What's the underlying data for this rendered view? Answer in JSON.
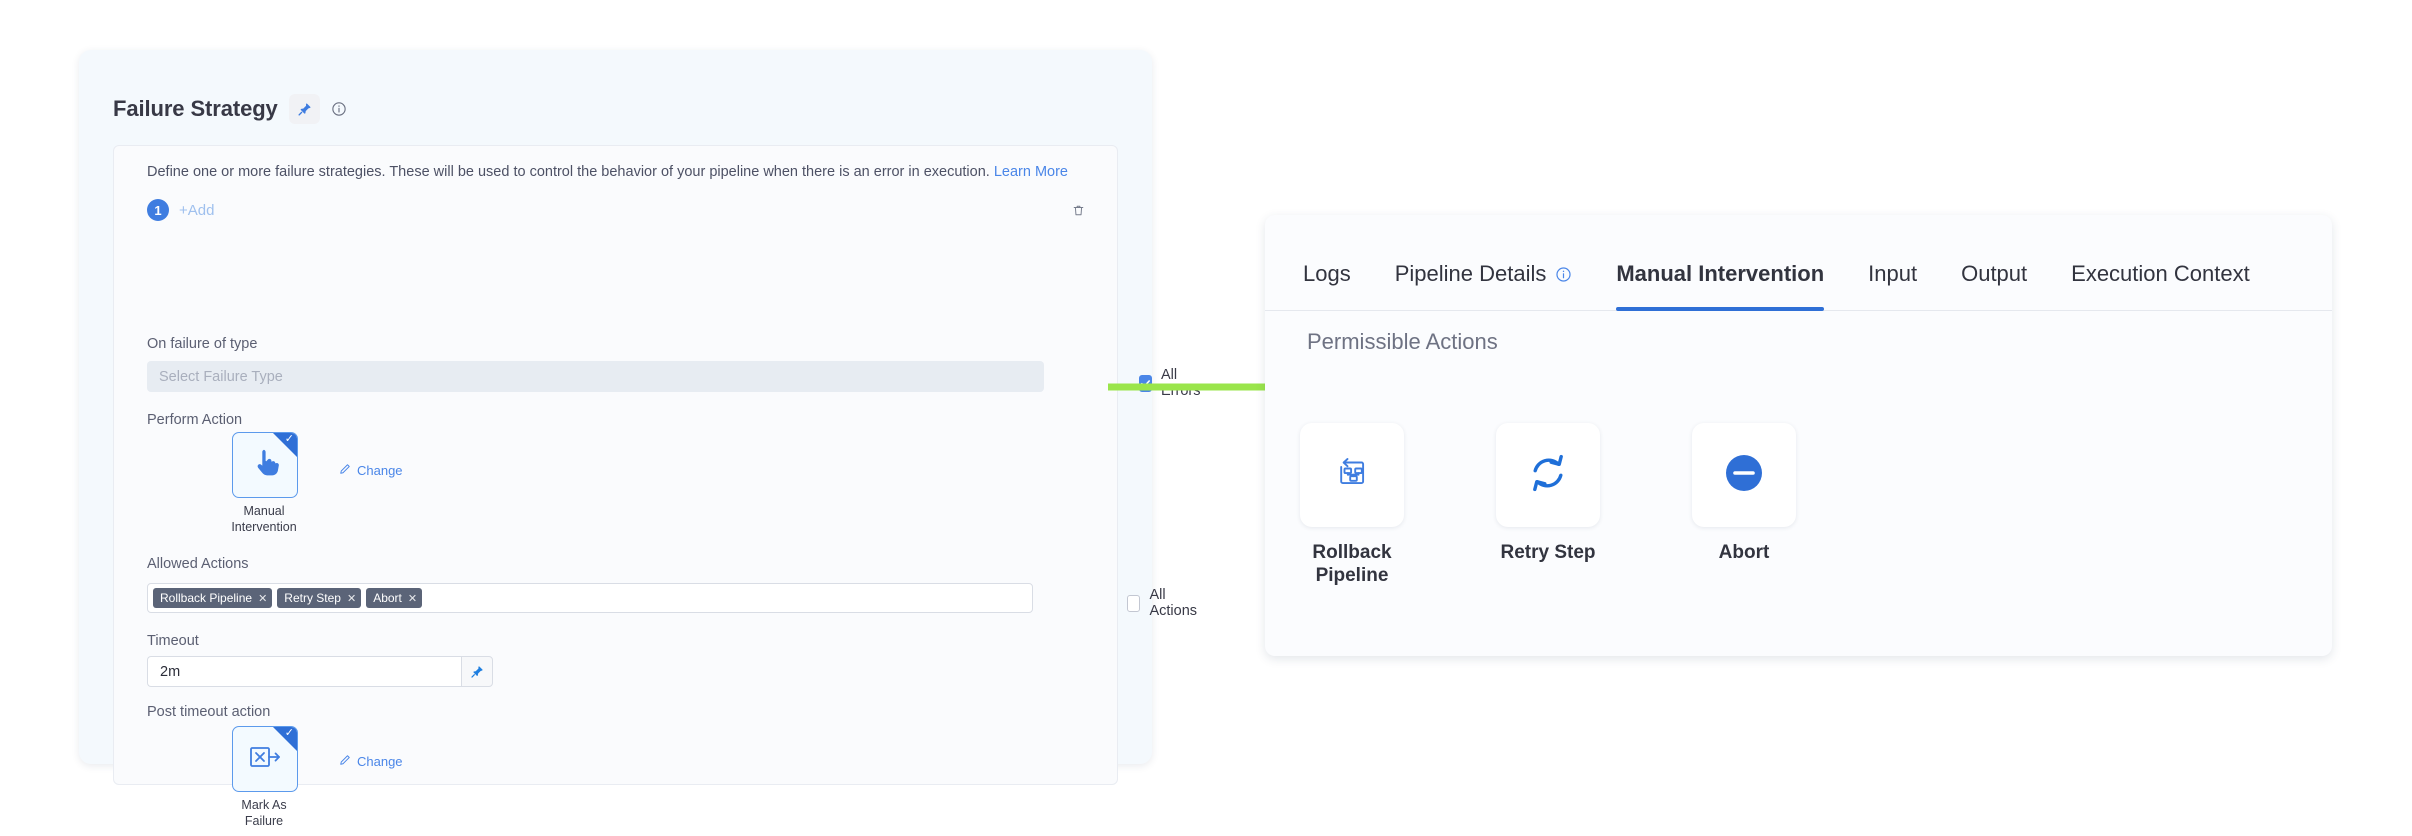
{
  "left_panel": {
    "title": "Failure Strategy",
    "pin_icon": "pin-icon",
    "info_icon": "info-circle-icon",
    "description": "Define one or more failure strategies. These will be used to control the behavior of your pipeline when there is an error in execution.",
    "learn_more": "Learn More",
    "strategy_index": "1",
    "add_label": "+Add",
    "delete_icon": "trash-icon",
    "fields": {
      "on_failure_of_type": {
        "label": "On failure of type",
        "placeholder": "Select Failure Type",
        "value": "",
        "checkbox_label": "All Errors",
        "checked": true
      },
      "perform_action": {
        "label": "Perform Action",
        "tile_label": "Manual Intervention",
        "tile_icon": "pointing-hand-icon",
        "selected": true,
        "change_label": "Change",
        "change_icon": "pencil-icon"
      },
      "allowed_actions": {
        "label": "Allowed Actions",
        "tags": [
          "Rollback Pipeline",
          "Retry Step",
          "Abort"
        ],
        "remove_icon": "close-x-icon",
        "checkbox_label": "All Actions",
        "checked": false
      },
      "timeout": {
        "label": "Timeout",
        "value": "2m",
        "pin_icon": "pin-icon"
      },
      "post_timeout_action": {
        "label": "Post timeout action",
        "tile_label": "Mark As Failure",
        "tile_icon": "mark-as-failure-icon",
        "selected": true,
        "change_label": "Change",
        "change_icon": "pencil-icon"
      }
    }
  },
  "arrow": {
    "name": "green-flow-arrow",
    "color": "#9ae54b"
  },
  "right_panel": {
    "tabs": [
      {
        "label": "Logs",
        "active": false,
        "has_info_icon": false
      },
      {
        "label": "Pipeline Details",
        "active": false,
        "has_info_icon": true
      },
      {
        "label": "Manual Intervention",
        "active": true,
        "has_info_icon": false
      },
      {
        "label": "Input",
        "active": false,
        "has_info_icon": false
      },
      {
        "label": "Output",
        "active": false,
        "has_info_icon": false
      },
      {
        "label": "Execution Context",
        "active": false,
        "has_info_icon": false
      }
    ],
    "active_tab_color": "#2f6fd6",
    "permissible_actions_title": "Permissible Actions",
    "permissible_actions": [
      {
        "label": "Rollback Pipeline",
        "icon": "rollback-pipeline-icon"
      },
      {
        "label": "Retry Step",
        "icon": "retry-refresh-icon"
      },
      {
        "label": "Abort",
        "icon": "abort-minus-circle-icon"
      }
    ]
  }
}
